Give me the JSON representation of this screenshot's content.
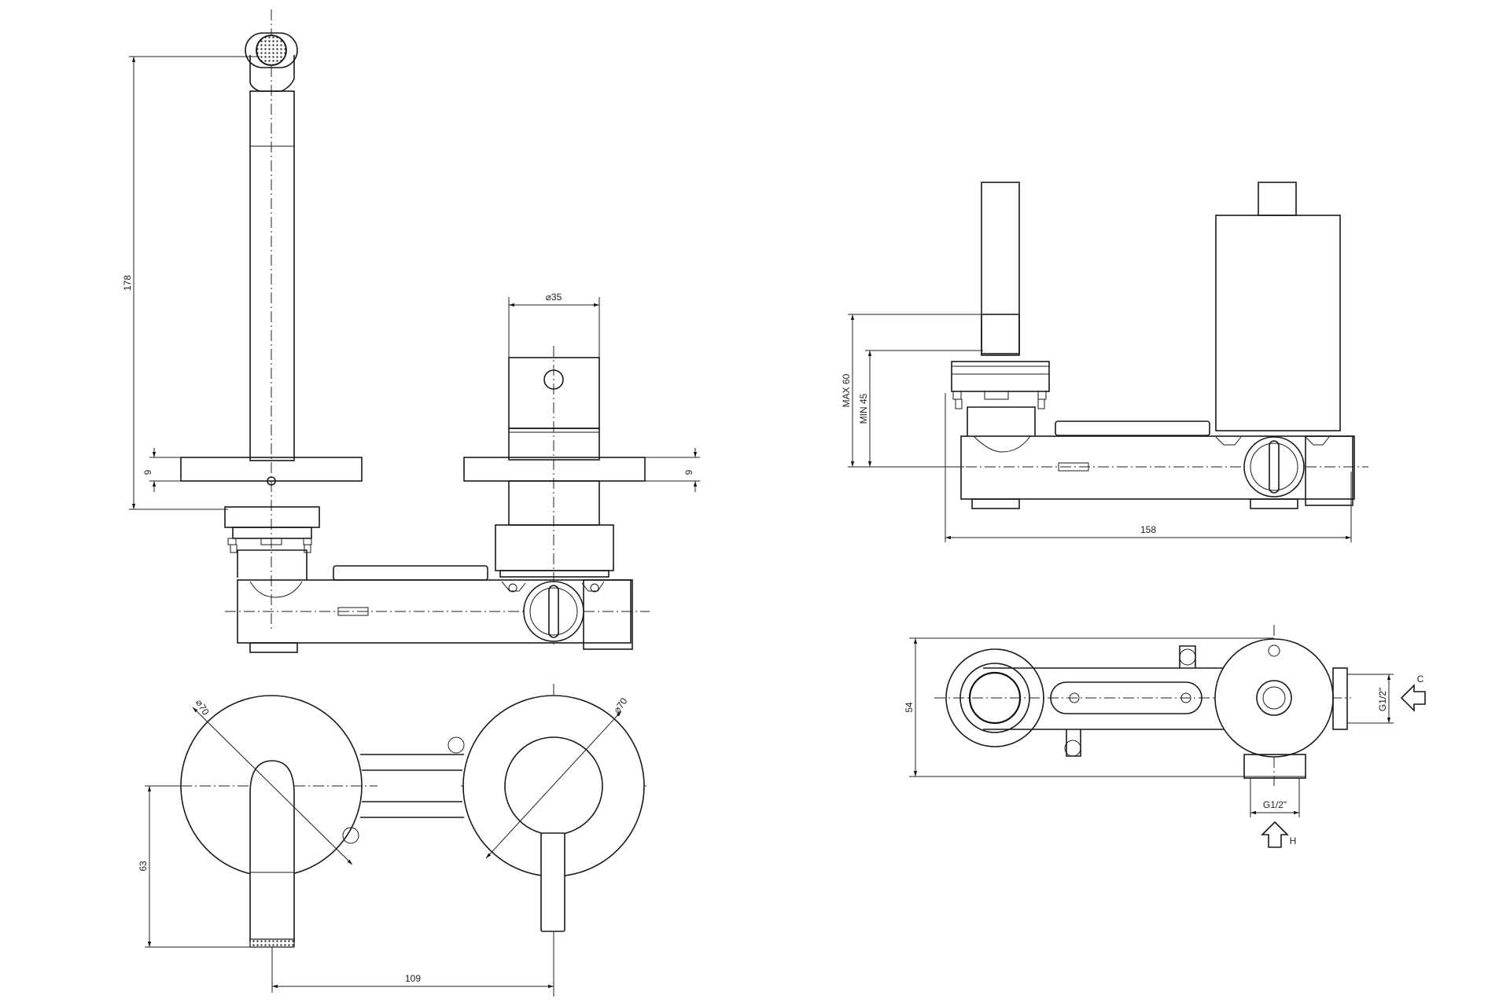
{
  "front_view": {
    "spout_height": "178",
    "plate_thickness_left": "9",
    "plate_thickness_right": "9",
    "handle_diameter": "⌀35"
  },
  "top_view": {
    "spout_plate_diameter": "⌀70",
    "mixer_plate_diameter": "⌀70",
    "spout_projection": "63",
    "center_distance": "109"
  },
  "side_view": {
    "max_depth": "MAX 60",
    "min_depth": "MIN 45",
    "body_length": "158"
  },
  "body_view": {
    "body_width": "54",
    "cold_connection": "G1/2\"",
    "hot_connection": "G1/2\"",
    "cold_label": "C",
    "hot_label": "H"
  }
}
